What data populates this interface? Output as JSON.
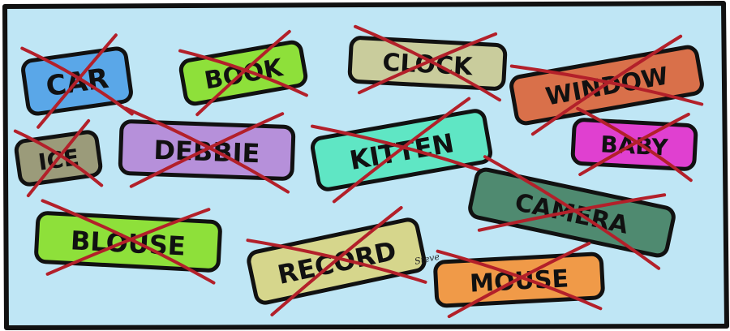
{
  "background_color": "#bfe6f5",
  "cross_color": "#b3202a",
  "signature": "Steve",
  "labels": [
    {
      "word": "CAR",
      "color": "#5aa7e8"
    },
    {
      "word": "BOOK",
      "color": "#8ee03a"
    },
    {
      "word": "CLOCK",
      "color": "#c9cc9c"
    },
    {
      "word": "WINDOW",
      "color": "#d9704a"
    },
    {
      "word": "ICE",
      "color": "#9b9b7a"
    },
    {
      "word": "DEBBIE",
      "color": "#b690da"
    },
    {
      "word": "KITTEN",
      "color": "#5fe6c4"
    },
    {
      "word": "BABY",
      "color": "#e040d0"
    },
    {
      "word": "CAMERA",
      "color": "#4f8a70"
    },
    {
      "word": "BLOUSE",
      "color": "#8ee03a"
    },
    {
      "word": "RECORD",
      "color": "#d6d68c"
    },
    {
      "word": "MOUSE",
      "color": "#f09a48"
    }
  ]
}
